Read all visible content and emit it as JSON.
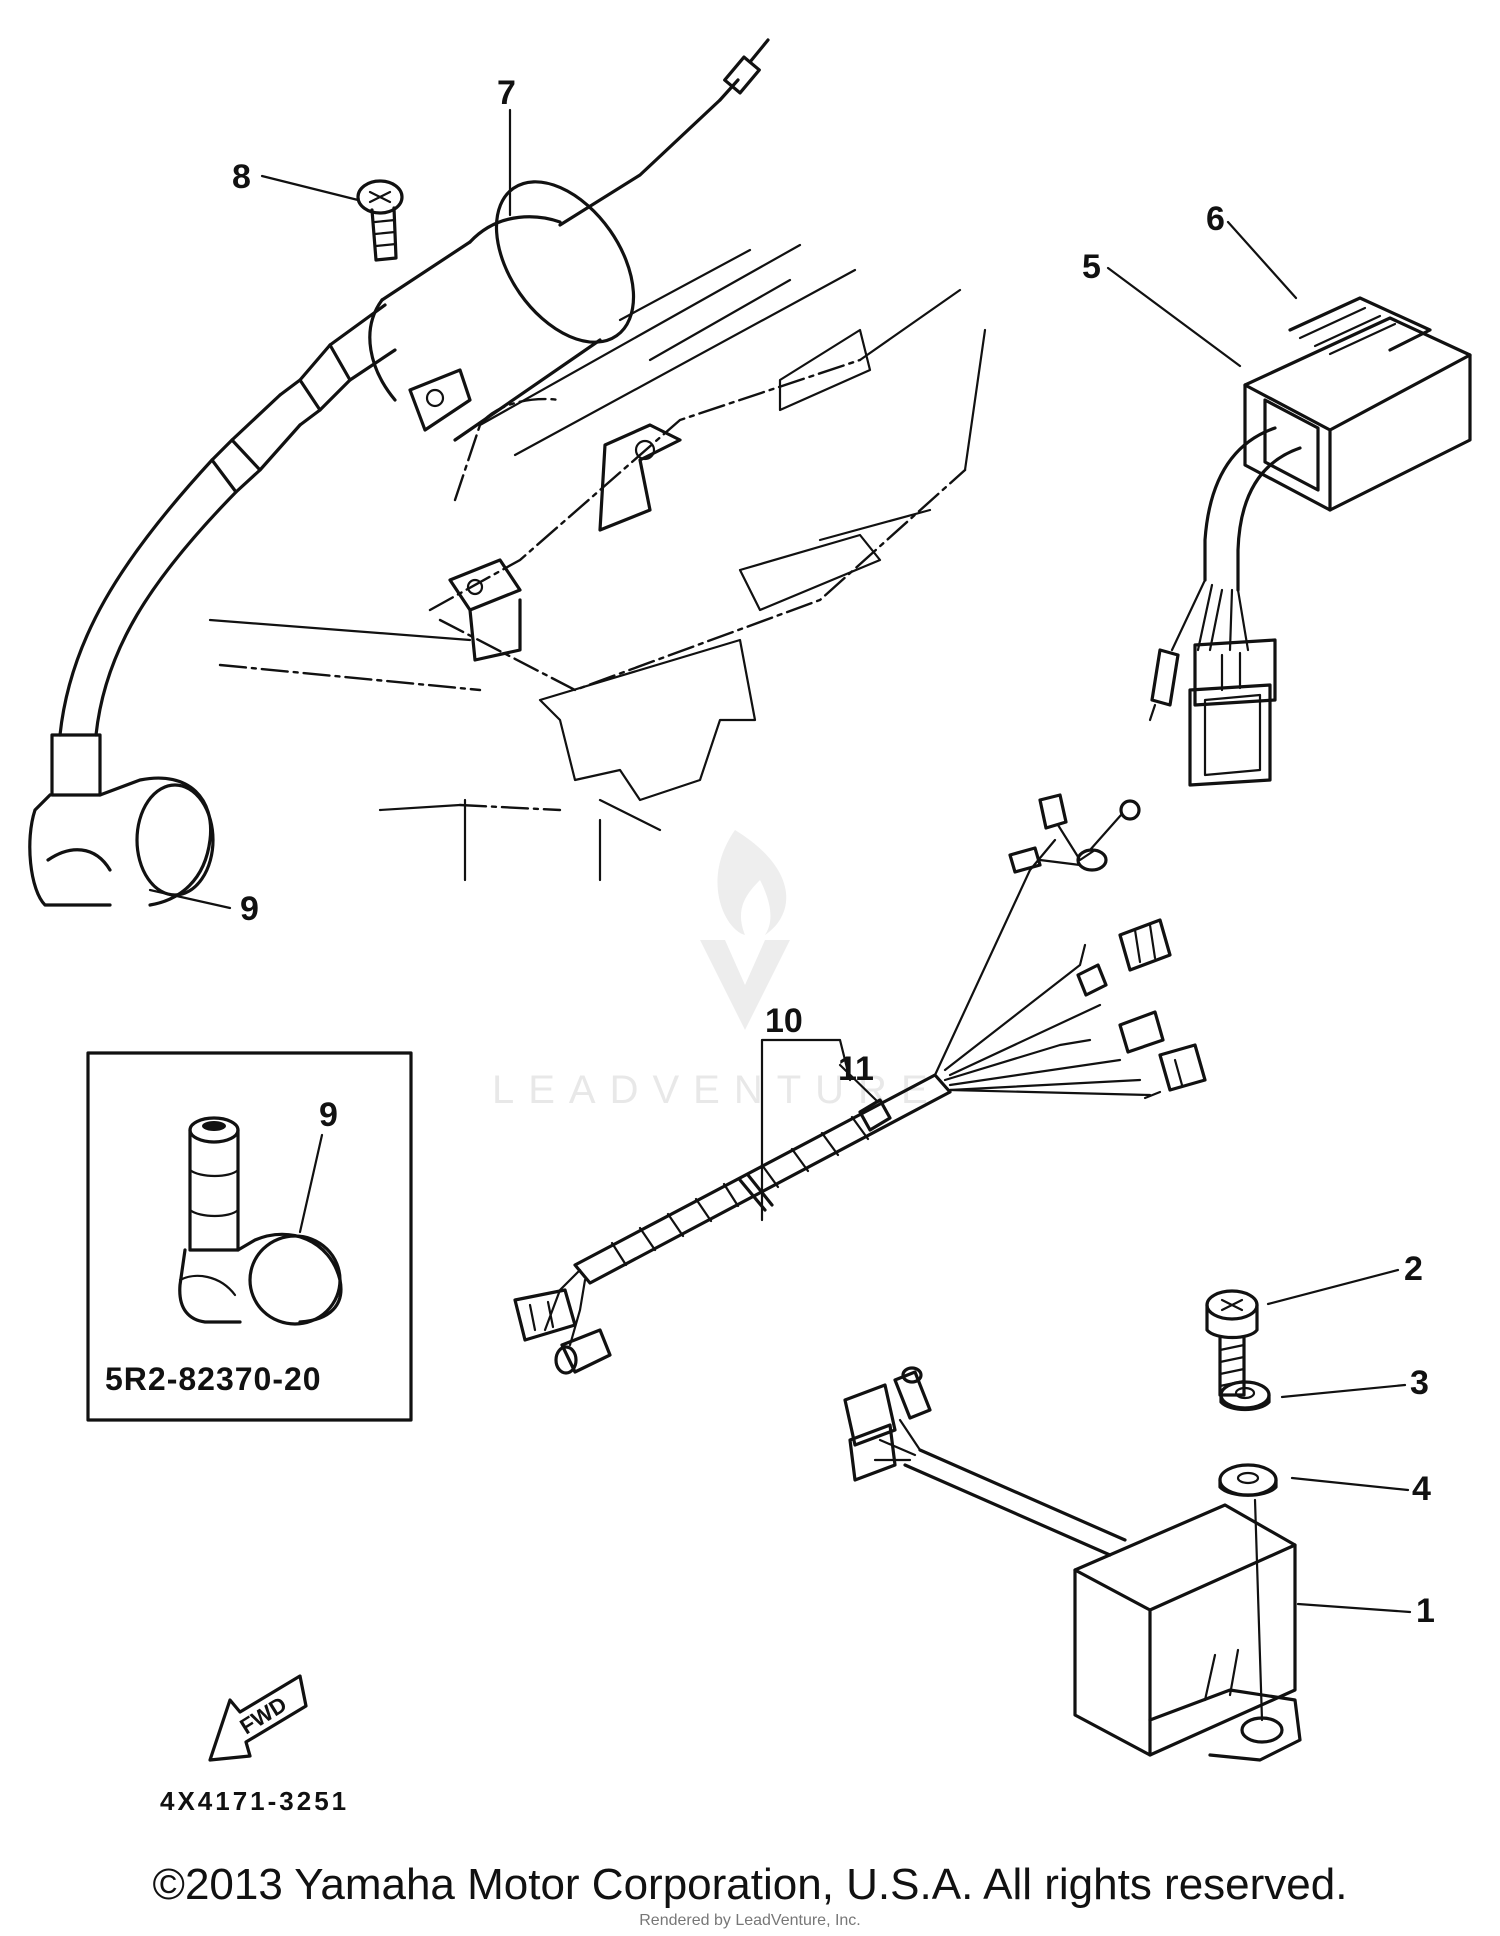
{
  "diagram": {
    "callouts": [
      "1",
      "2",
      "3",
      "4",
      "5",
      "6",
      "7",
      "8",
      "9",
      "9",
      "10",
      "11"
    ],
    "inset_part_number": "5R2-82370-20",
    "direction_arrow_label": "FWD",
    "reference_code": "4X4171-3251",
    "watermark_text": "LEADVENTURE",
    "copyright": "©2013 Yamaha Motor Corporation, U.S.A. All rights reserved.",
    "rendered_by": "Rendered by LeadVenture, Inc."
  }
}
